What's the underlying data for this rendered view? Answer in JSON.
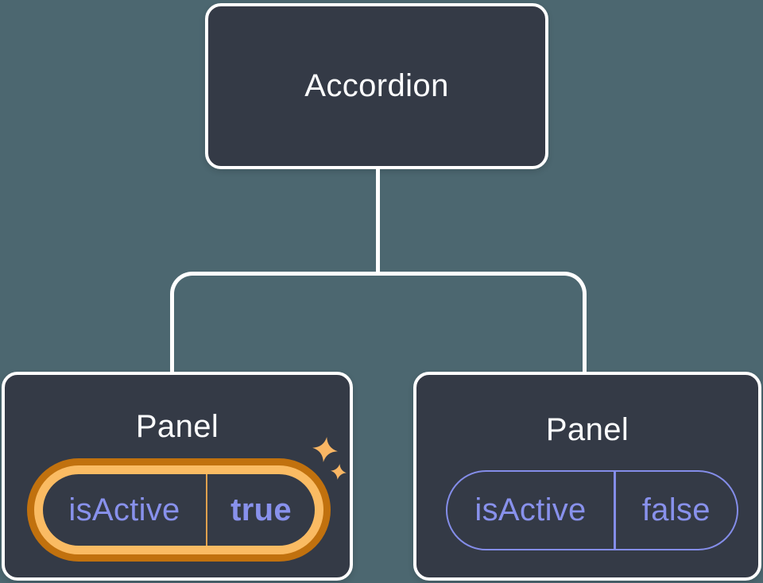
{
  "tree": {
    "root": {
      "label": "Accordion"
    },
    "panels": [
      {
        "title": "Panel",
        "state_key": "isActive",
        "state_value": "true",
        "highlighted": true
      },
      {
        "title": "Panel",
        "state_key": "isActive",
        "state_value": "false",
        "highlighted": false
      }
    ]
  },
  "colors": {
    "background": "#4C6770",
    "card": "#343A46",
    "connector_line": "#FFFFFF",
    "title_text": "#FCFDFE",
    "state_text": "#8891EC",
    "inactive_pill_border": "#848DE9",
    "highlight_ring_outer": "#C1710E",
    "highlight_ring_inner": "#FABB63",
    "highlight_divider": "#E0A14E",
    "sparkle": "#F9B664"
  },
  "icons": {
    "sparkle": "four-point-star sparkle"
  }
}
